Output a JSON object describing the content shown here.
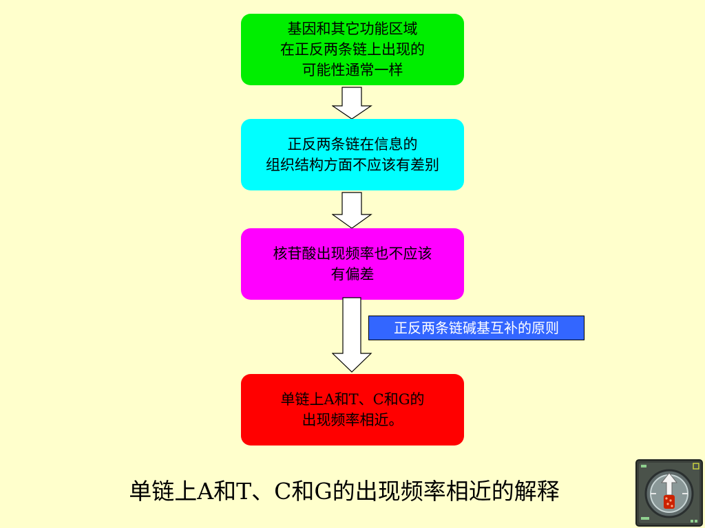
{
  "diagram": {
    "steps": [
      {
        "lines": [
          "基因和其它功能区域",
          "在正反两条链上出现的",
          "可能性通常一样"
        ],
        "color": "#00ee00"
      },
      {
        "lines": [
          "正反两条链在信息的",
          "组织结构方面不应该有差别"
        ],
        "color": "#00ffff"
      },
      {
        "lines": [
          "核苷酸出现频率也不应该",
          "有偏差"
        ],
        "color": "#ff00ff"
      },
      {
        "lines": [
          "单链上A和T、C和G的",
          "出现频率相近。"
        ],
        "color": "#ff0000"
      }
    ],
    "side_label": "正反两条链碱基互补的原则",
    "side_label_color": "#3366ff"
  },
  "title": "单链上A和T、C和G的出现频率相近的解释",
  "colors": {
    "background": "#ffffcc",
    "arrow_fill": "#ffffff"
  },
  "nav_widget": {
    "icon": "slide-navigation-dial-icon"
  }
}
